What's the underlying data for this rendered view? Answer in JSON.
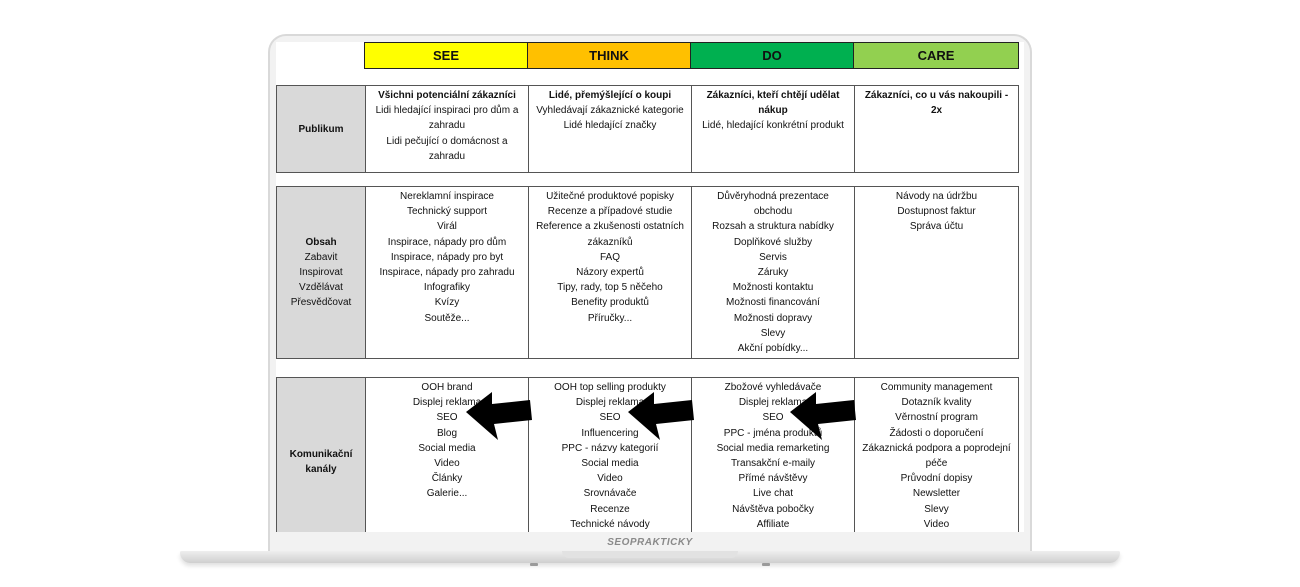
{
  "stages": [
    {
      "label": "SEE",
      "color": "#ffff00"
    },
    {
      "label": "THINK",
      "color": "#ffc000"
    },
    {
      "label": "DO",
      "color": "#00b050"
    },
    {
      "label": "CARE",
      "color": "#92d050"
    }
  ],
  "sections": {
    "publikum": {
      "label": [
        "Publikum"
      ],
      "cells": [
        [
          "Všichni potenciální zákazníci",
          "Lidi hledající inspiraci pro dům a",
          "zahradu",
          "Lidi pečující o domácnost a",
          "zahradu"
        ],
        [
          "Lidé, přemýšlející o koupi",
          "Vyhledávají zákaznické kategorie",
          "Lidé hledající značky"
        ],
        [
          "Zákazníci, kteří chtějí udělat",
          "nákup",
          "Lidé, hledající konkrétní produkt"
        ],
        [
          "Zákazníci, co u vás nakoupili - 2x"
        ]
      ]
    },
    "obsah": {
      "label": [
        "Obsah",
        "Zabavit",
        "Inspirovat",
        "Vzdělávat",
        "Přesvědčovat"
      ],
      "cells": [
        [
          "Nereklamní inspirace",
          "Technický support",
          "Virál",
          "Inspirace, nápady pro dům",
          "Inspirace, nápady pro byt",
          "Inspirace, nápady pro zahradu",
          "Infografiky",
          "Kvízy",
          "Soutěže..."
        ],
        [
          "Užitečné produktové popisky",
          "Recenze a případové studie",
          "Reference a zkušenosti ostatních",
          "zákazníků",
          "FAQ",
          "Názory expertů",
          "Tipy, rady, top 5 něčeho",
          "Benefity produktů",
          "Příručky..."
        ],
        [
          "Důvěryhodná prezentace",
          "obchodu",
          "Rozsah a struktura nabídky",
          "Doplňkové služby",
          "Servis",
          "Záruky",
          "Možnosti kontaktu",
          "Možnosti financování",
          "Možnosti dopravy",
          "Slevy",
          "Akční pobídky..."
        ],
        [
          "Návody na údržbu",
          "Dostupnost faktur",
          "Správa účtu"
        ]
      ]
    },
    "kanaly": {
      "label": [
        "Komunikační",
        "kanály"
      ],
      "cells": [
        [
          "OOH brand",
          "Displej reklama",
          "SEO",
          "Blog",
          "Social media",
          "Video",
          "Články",
          "Galerie..."
        ],
        [
          "OOH top selling produkty",
          "Displej reklama",
          "SEO",
          "Influencering",
          "PPC - názvy kategorií",
          "Social media",
          "Video",
          "Srovnávače",
          "Recenze",
          "Technické návody"
        ],
        [
          "Zbožové vyhledávače",
          "Displej reklama",
          "SEO",
          "PPC - jména produktů",
          "Social media remarketing",
          "Transakční e-maily",
          "Přímé návštěvy",
          "Live chat",
          "Návštěva pobočky",
          "Affiliate"
        ],
        [
          "Community management",
          "Dotazník kvality",
          "Věrnostní program",
          "Žádosti o doporučení",
          "Zákaznická podpora a poprodejní",
          "péče",
          "Průvodní dopisy",
          "Newsletter",
          "Slevy",
          "Video"
        ]
      ]
    }
  },
  "brand": "SEOPRAKTICKY",
  "arrow_color": "#000000"
}
